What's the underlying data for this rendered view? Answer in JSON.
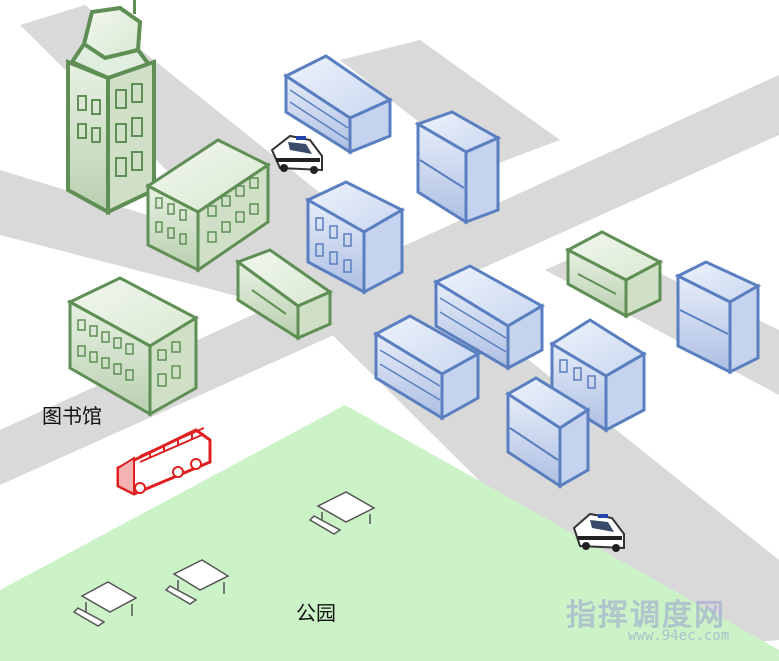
{
  "labels": {
    "library": "图书馆",
    "park": "公园"
  },
  "watermark": {
    "title": "指挥调度网",
    "url": "www.94ec.com"
  },
  "colors": {
    "road": "#d9d9d9",
    "park": "#ccf2c8",
    "green_building": "#5f8f55",
    "blue_building": "#5a7fc0",
    "fire_truck": "#e02020",
    "police_car": "#333333"
  },
  "icons": [
    "control-tower-icon",
    "office-building-icon",
    "police-car-icon",
    "fire-truck-icon",
    "picnic-table-icon"
  ]
}
